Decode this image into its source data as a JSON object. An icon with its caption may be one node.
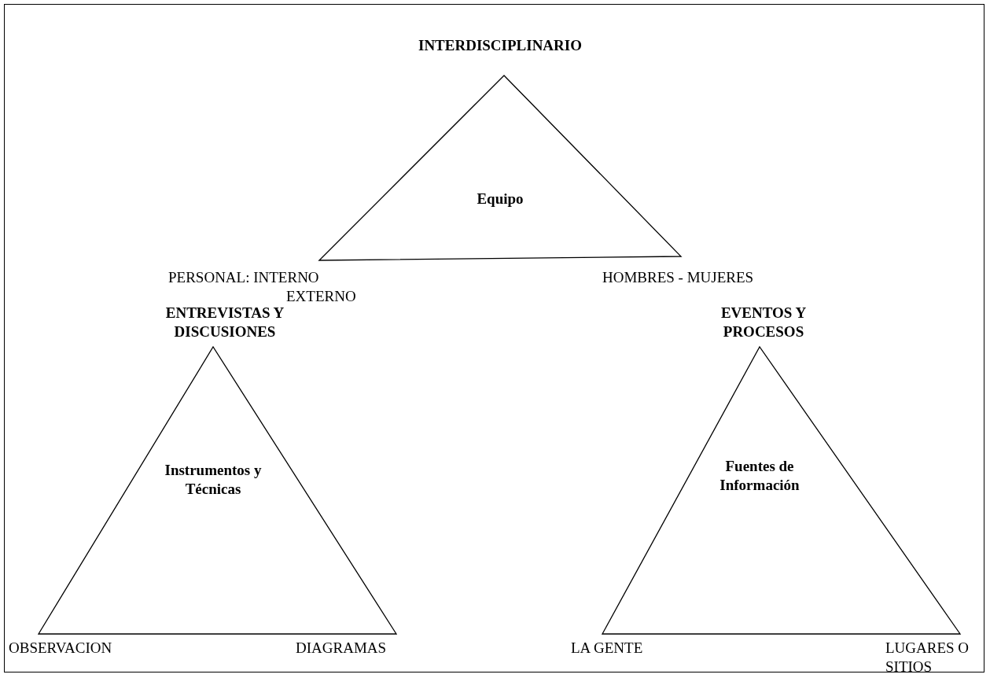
{
  "diagram": {
    "nodes": [
      {
        "text": [
          "INTERDISCIPLINARIO",
          "Equipo"
        ],
        "beside": [
          "PERSONAL: INTERNO EXTERNO",
          "HOMBRES - MUJERES"
        ]
      },
      {
        "text": [
          "ENTREVISTAS Y DISCUSIONES",
          "Instrumentos y Técnicas"
        ],
        "beside": [
          "OBSERVACION",
          "DIAGRAMAS"
        ]
      },
      {
        "text": [
          "EVENTOS Y PROCESOS",
          "Fuentes de Información"
        ],
        "beside": [
          "LA GENTE",
          "LUGARES O SITIOS"
        ]
      }
    ],
    "edges": []
  }
}
